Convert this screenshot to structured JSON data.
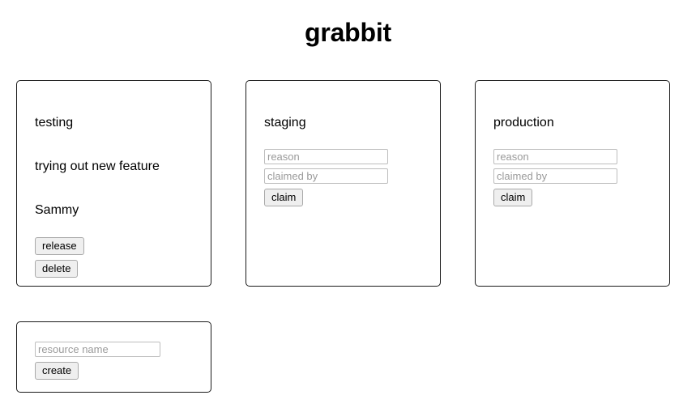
{
  "app": {
    "title": "grabbit"
  },
  "resources": [
    {
      "name": "testing",
      "status": "claimed",
      "reason": "trying out new feature",
      "claimed_by": "Sammy",
      "actions": [
        {
          "label": "release",
          "icon": "release-icon"
        },
        {
          "label": "delete",
          "icon": "delete-icon"
        }
      ]
    },
    {
      "name": "staging",
      "status": "free",
      "form": {
        "reason_placeholder": "reason",
        "reason_value": "",
        "claimed_by_placeholder": "claimed by",
        "claimed_by_value": "",
        "submit_label": "claim"
      }
    },
    {
      "name": "production",
      "status": "free",
      "form": {
        "reason_placeholder": "reason",
        "reason_value": "",
        "claimed_by_placeholder": "claimed by",
        "claimed_by_value": "",
        "submit_label": "claim"
      }
    }
  ],
  "create_card": {
    "name_placeholder": "resource name",
    "name_value": "",
    "submit_label": "create"
  },
  "colors": {
    "page_background": "#ffffff",
    "card_border": "#1a1a1a",
    "text": "#000000",
    "placeholder": "#9a9a9a",
    "input_border": "#bdbdbd",
    "button_background": "#efefef",
    "button_border": "#a9a9a9"
  }
}
